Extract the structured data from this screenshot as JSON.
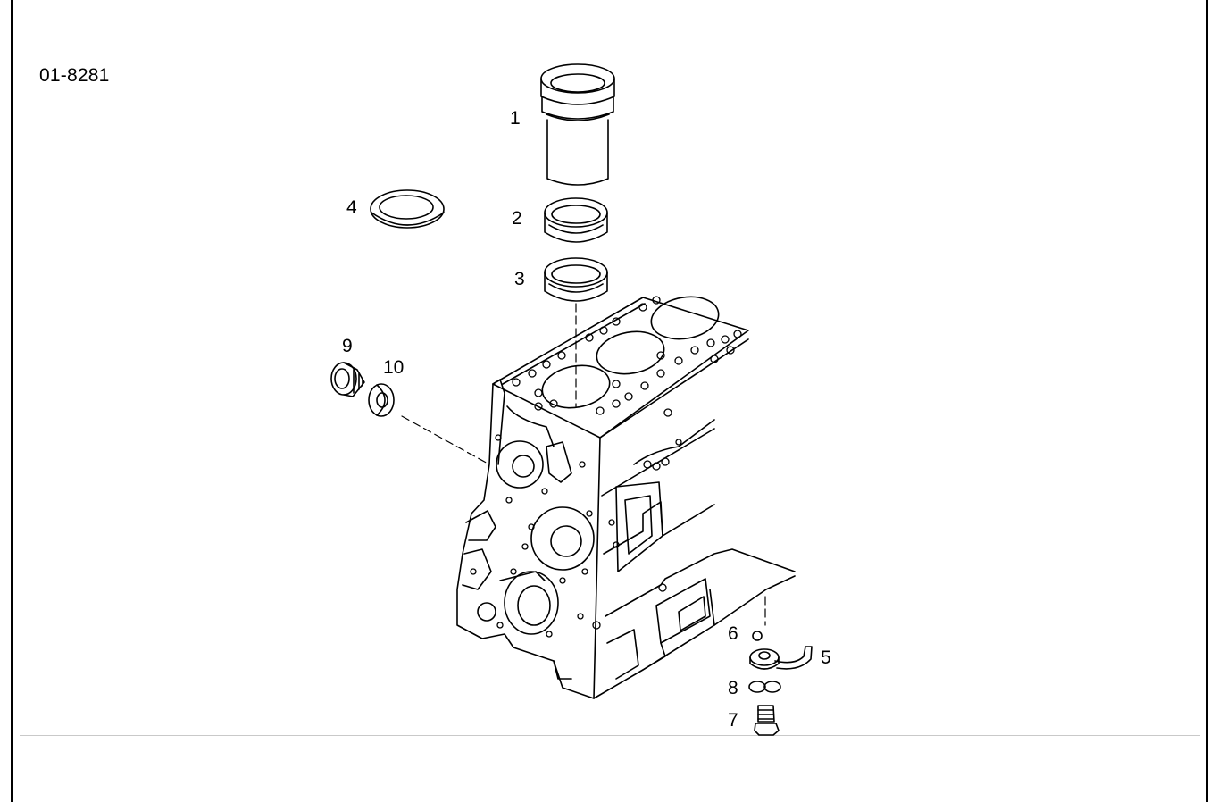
{
  "drawing": {
    "id": "01-8281"
  },
  "callouts": [
    {
      "label": "1"
    },
    {
      "label": "2"
    },
    {
      "label": "3"
    },
    {
      "label": "4"
    },
    {
      "label": "5"
    },
    {
      "label": "6"
    },
    {
      "label": "7"
    },
    {
      "label": "8"
    },
    {
      "label": "9"
    },
    {
      "label": "10"
    }
  ]
}
